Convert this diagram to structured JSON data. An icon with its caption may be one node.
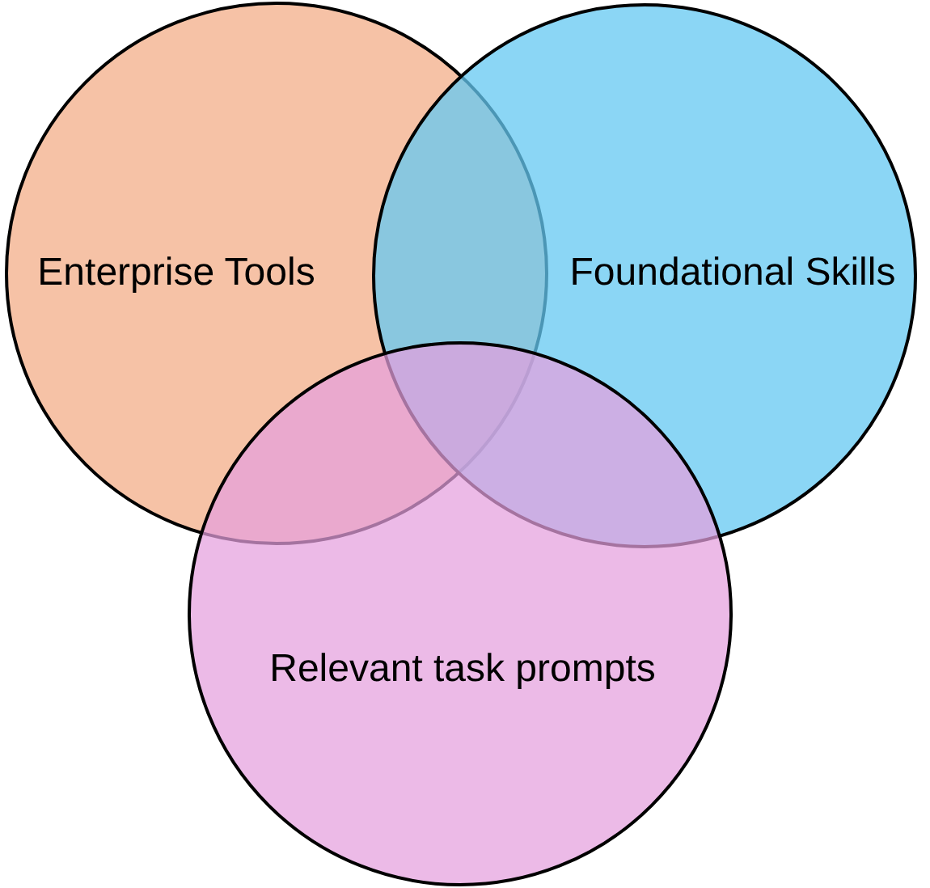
{
  "diagram": {
    "nodes": [
      {
        "text": [
          "Enterprise Tools"
        ]
      },
      {
        "text": [
          "Foundational Skills"
        ]
      },
      {
        "text": [
          "Relevant task prompts"
        ]
      }
    ]
  }
}
